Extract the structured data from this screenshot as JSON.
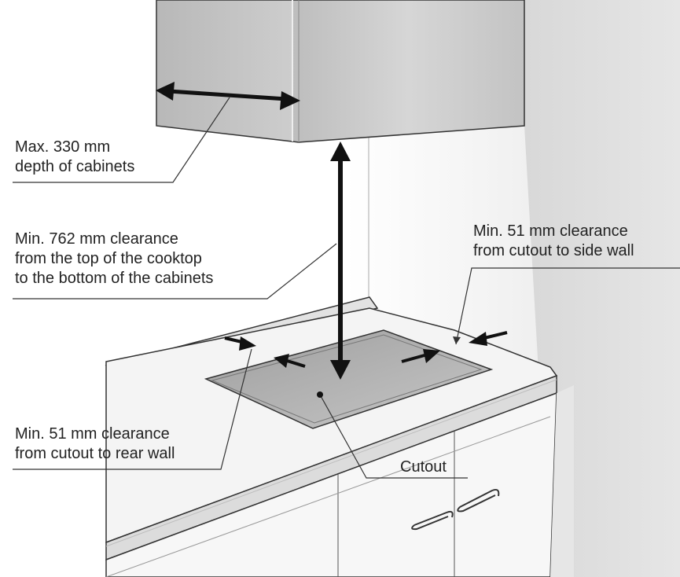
{
  "diagram": {
    "labels": {
      "cabinet_depth": [
        "Max. 330 mm",
        "depth of cabinets"
      ],
      "vertical_clearance": [
        "Min. 762 mm clearance",
        "from the top of the cooktop",
        "to the bottom of the cabinets"
      ],
      "side_clearance": [
        "Min. 51 mm clearance",
        "from cutout to side wall"
      ],
      "rear_clearance": [
        "Min. 51 mm clearance",
        "from cutout to rear wall"
      ],
      "cutout": "Cutout"
    },
    "colors": {
      "line": "#222222",
      "cabinet": "#c4c4c4",
      "wall": "#e6e6e6",
      "counter": "#f2f2f2",
      "cutout": "#b5b5b5"
    }
  }
}
